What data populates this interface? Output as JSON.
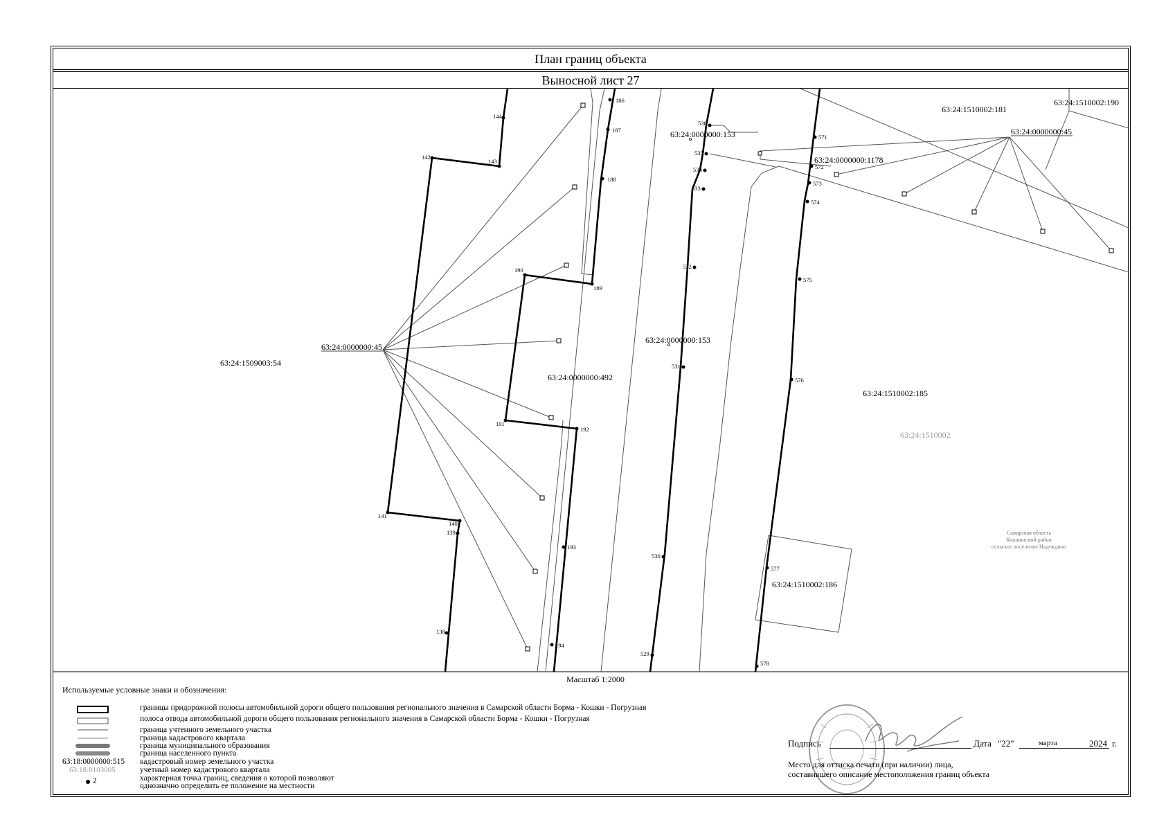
{
  "header": {
    "title": "План границ объекта",
    "subtitle": "Выносной лист 27"
  },
  "scale": "Масштаб 1:2000",
  "map": {
    "parcels": [
      {
        "id": "p1",
        "label": "63:24:0000000:45",
        "underline": true
      },
      {
        "id": "p2",
        "label": "63:24:1509003:54"
      },
      {
        "id": "p3",
        "label": "63:24:0000000:492"
      },
      {
        "id": "p4",
        "label": "63:24:0000000:153"
      },
      {
        "id": "p5",
        "label": "63:24:0000000:153"
      },
      {
        "id": "p6",
        "label": "63:24:0000000:1178"
      },
      {
        "id": "p7",
        "label": "63:24:1510002:181"
      },
      {
        "id": "p8",
        "label": "63:24:1510002:190"
      },
      {
        "id": "p9",
        "label": "63:24:0000000:45",
        "underline": true
      },
      {
        "id": "p10",
        "label": "63:24:1510002:185"
      },
      {
        "id": "p11",
        "label": "63:24:1510002:186"
      }
    ],
    "quarter_label": "63:24:1510002",
    "admin_label": [
      "Самарская область",
      "Кошкинский район",
      "сельское поселение Надеждино"
    ],
    "points": [
      "144",
      "143",
      "142",
      "141",
      "140",
      "139",
      "138",
      "186",
      "187",
      "188",
      "189",
      "190",
      "191",
      "192",
      "193",
      "194",
      "536",
      "535",
      "534",
      "533",
      "532",
      "531",
      "530",
      "529",
      "571",
      "572",
      "573",
      "574",
      "575",
      "576",
      "577",
      "578"
    ]
  },
  "legend": {
    "title": "Используемые условные знаки и обозначения:",
    "items": [
      "границы придорожной полосы автомобильной дороги общего пользования регионального значения в Самарской области Борма - Кошки - Погрузная",
      "полоса отвода автомобильной дороги общего пользования регионального значения в Самарской области Борма - Кошки - Погрузная",
      "граница учтенного земельного участка",
      "граница кадастрового квартала",
      "граница муниципального образования",
      "граница населенного пункта",
      "кадастровый номер земельного участка",
      "учетный номер кадастрового квартала",
      "характерная точка границ, сведения о которой позволяют",
      "однозначно определить ее положение на местности"
    ],
    "sample_parcel": "63:18:0000000:515",
    "sample_quarter": "63:18:0103005",
    "sample_point": "2"
  },
  "signature": {
    "label": "Подпись",
    "date_label": "Дата",
    "day": "\"22\"",
    "month": "марта",
    "year": "2024",
    "year_suffix": "г.",
    "stamp_place_1": "Место для оттиска печати (при наличии) лица,",
    "stamp_place_2": "составившего описание местоположения границ объекта"
  },
  "colors": {
    "line": "#000000",
    "thin": "#555555",
    "admin_text": "#777777",
    "quarter_text": "#999999",
    "stamp": "#9a9a9a"
  }
}
